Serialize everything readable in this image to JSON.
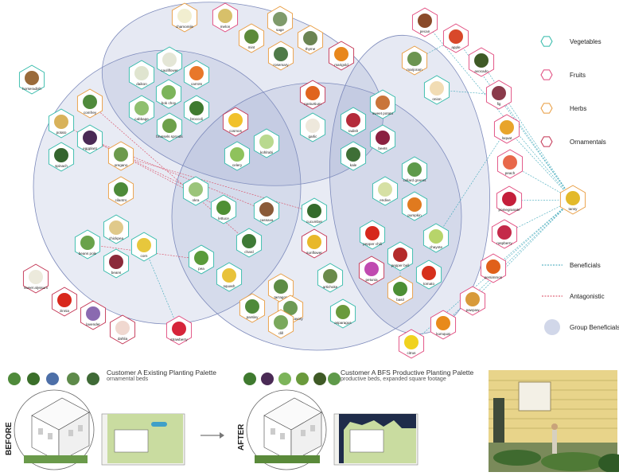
{
  "legend": {
    "vegetables": "Vegetables",
    "fruits": "Fruits",
    "herbs": "Herbs",
    "ornamentals": "Ornamentals",
    "beneficials": "Beneficials",
    "antagonistic": "Antagonistic",
    "group_beneficials": "Group Beneficials"
  },
  "colors": {
    "vegetables": "#2fb9a8",
    "fruits": "#e0457a",
    "herbs": "#e89a3c",
    "ornamentals": "#c23050",
    "group": "#8d9ac8",
    "beneficial_line": "#3aa6b8",
    "antagonistic_line": "#d9475f"
  },
  "plants": [
    {
      "id": "chamomile",
      "label": "chamomile",
      "cat": "herbs",
      "fill": "#f1eed0"
    },
    {
      "id": "melon",
      "label": "melon",
      "cat": "fruits",
      "fill": "#d7c06a"
    },
    {
      "id": "sage",
      "label": "sage",
      "cat": "herbs",
      "fill": "#7f9a6a"
    },
    {
      "id": "mint",
      "label": "mint",
      "cat": "herbs",
      "fill": "#5c8a3a"
    },
    {
      "id": "thyme",
      "label": "thyme",
      "cat": "herbs",
      "fill": "#6b8452"
    },
    {
      "id": "rosemary",
      "label": "rosemary",
      "cat": "herbs",
      "fill": "#4f7a48"
    },
    {
      "id": "marigold",
      "label": "marigold",
      "cat": "ornamentals",
      "fill": "#e8871c"
    },
    {
      "id": "cauliflower",
      "label": "cauliflower",
      "cat": "vegetables",
      "fill": "#e4e6d6"
    },
    {
      "id": "daikon",
      "label": "daikon",
      "cat": "vegetables",
      "fill": "#dfe4cf"
    },
    {
      "id": "carrots",
      "label": "carrots",
      "cat": "vegetables",
      "fill": "#e8772a"
    },
    {
      "id": "bok_choy",
      "label": "bok choy",
      "cat": "vegetables",
      "fill": "#7cb45a"
    },
    {
      "id": "cabbage",
      "label": "cabbage",
      "cat": "vegetables",
      "fill": "#8fbf6e"
    },
    {
      "id": "broccoli",
      "label": "broccoli",
      "cat": "vegetables",
      "fill": "#3f7a2f"
    },
    {
      "id": "brussels",
      "label": "brussels sprouts",
      "cat": "vegetables",
      "fill": "#6da04a"
    },
    {
      "id": "nasturtium",
      "label": "nasturtium",
      "cat": "ornamentals",
      "fill": "#e0641e"
    },
    {
      "id": "garlic",
      "label": "garlic",
      "cat": "vegetables",
      "fill": "#eee8dc"
    },
    {
      "id": "cosmos",
      "label": "cosmos",
      "cat": "ornamentals",
      "fill": "#f1c12b"
    },
    {
      "id": "kohlrabi",
      "label": "kohlrabi",
      "cat": "vegetables",
      "fill": "#b9d98f"
    },
    {
      "id": "celery",
      "label": "celery",
      "cat": "vegetables",
      "fill": "#8fc25c"
    },
    {
      "id": "marjoram",
      "label": "marjoram",
      "cat": "herbs",
      "fill": "#6b9450"
    },
    {
      "id": "onion",
      "label": "onion",
      "cat": "vegetables",
      "fill": "#f1dcb4"
    },
    {
      "id": "radish",
      "label": "radish",
      "cat": "vegetables",
      "fill": "#b42b3a"
    },
    {
      "id": "sweet_potato",
      "label": "sweet potato",
      "cat": "vegetables",
      "fill": "#c9753a"
    },
    {
      "id": "kale",
      "label": "kale",
      "cat": "vegetables",
      "fill": "#3e6f36"
    },
    {
      "id": "beets",
      "label": "beets",
      "cat": "vegetables",
      "fill": "#8a2040"
    },
    {
      "id": "horseradish",
      "label": "horseradish",
      "cat": "vegetables",
      "fill": "#9a6a3a"
    },
    {
      "id": "comfrey",
      "label": "comfrey",
      "cat": "herbs",
      "fill": "#4f8a3c"
    },
    {
      "id": "potato",
      "label": "potato",
      "cat": "vegetables",
      "fill": "#d8b25a"
    },
    {
      "id": "eggplant",
      "label": "eggplant",
      "cat": "vegetables",
      "fill": "#4a2a55"
    },
    {
      "id": "spinach",
      "label": "spinach",
      "cat": "vegetables",
      "fill": "#35652e"
    },
    {
      "id": "oregano",
      "label": "oregano",
      "cat": "herbs",
      "fill": "#6c9a4c"
    },
    {
      "id": "cilantro",
      "label": "cilantro",
      "cat": "herbs",
      "fill": "#4d8a38"
    },
    {
      "id": "okra",
      "label": "okra",
      "cat": "vegetables",
      "fill": "#9bc47a"
    },
    {
      "id": "lettuce",
      "label": "lettuce",
      "cat": "vegetables",
      "fill": "#4f8f34"
    },
    {
      "id": "cassava",
      "label": "cassava",
      "cat": "vegetables",
      "fill": "#8a5a38"
    },
    {
      "id": "cucumber",
      "label": "cucumber",
      "cat": "vegetables",
      "fill": "#356b2c"
    },
    {
      "id": "collard",
      "label": "collard greens",
      "cat": "vegetables",
      "fill": "#5f9a4a"
    },
    {
      "id": "endive",
      "label": "endive",
      "cat": "vegetables",
      "fill": "#d6e0a4"
    },
    {
      "id": "pumpkin",
      "label": "pumpkin",
      "cat": "vegetables",
      "fill": "#e07a1f"
    },
    {
      "id": "chickpea",
      "label": "chickpea",
      "cat": "vegetables",
      "fill": "#e0c98a"
    },
    {
      "id": "beans_pole",
      "label": "beans pole",
      "cat": "vegetables",
      "fill": "#6aa24a"
    },
    {
      "id": "corn",
      "label": "corn",
      "cat": "vegetables",
      "fill": "#e7c73c"
    },
    {
      "id": "beans",
      "label": "beans",
      "cat": "vegetables",
      "fill": "#8b2a3a"
    },
    {
      "id": "chard",
      "label": "chard",
      "cat": "vegetables",
      "fill": "#3f7a36"
    },
    {
      "id": "sunflower",
      "label": "sunflower",
      "cat": "ornamentals",
      "fill": "#e8b82a"
    },
    {
      "id": "pepper_chili",
      "label": "pepper chili",
      "cat": "vegetables",
      "fill": "#d6281c"
    },
    {
      "id": "chayote",
      "label": "chayote",
      "cat": "vegetables",
      "fill": "#b7d46a"
    },
    {
      "id": "pea",
      "label": "pea",
      "cat": "vegetables",
      "fill": "#5a9a3a"
    },
    {
      "id": "squash",
      "label": "squash",
      "cat": "vegetables",
      "fill": "#e8c23a"
    },
    {
      "id": "artichoke",
      "label": "artichoke",
      "cat": "vegetables",
      "fill": "#6a8a4a"
    },
    {
      "id": "pepper_bell",
      "label": "pepper bell",
      "cat": "vegetables",
      "fill": "#b42a2a"
    },
    {
      "id": "petunia",
      "label": "petunia",
      "cat": "ornamentals",
      "fill": "#c04ab0"
    },
    {
      "id": "tomato",
      "label": "tomato",
      "cat": "vegetables",
      "fill": "#d6301c"
    },
    {
      "id": "basil",
      "label": "basil",
      "cat": "herbs",
      "fill": "#4c8f34"
    },
    {
      "id": "tarragon",
      "label": "tarragon",
      "cat": "herbs",
      "fill": "#5d8c45"
    },
    {
      "id": "parsley",
      "label": "parsley",
      "cat": "herbs",
      "fill": "#4f8a3a"
    },
    {
      "id": "summer_savory",
      "label": "summer savory",
      "cat": "herbs",
      "fill": "#6d9a54"
    },
    {
      "id": "dill",
      "label": "dill",
      "cat": "herbs",
      "fill": "#7aa85c"
    },
    {
      "id": "asparagus",
      "label": "asparagus",
      "cat": "vegetables",
      "fill": "#6a9a3c"
    },
    {
      "id": "sweet_alyssum",
      "label": "sweet alyssum",
      "cat": "ornamentals",
      "fill": "#eceadc"
    },
    {
      "id": "zinnia",
      "label": "zinnia",
      "cat": "ornamentals",
      "fill": "#d8281c"
    },
    {
      "id": "lavender",
      "label": "lavender",
      "cat": "ornamentals",
      "fill": "#8a6ab0"
    },
    {
      "id": "dahlia",
      "label": "dahlia",
      "cat": "ornamentals",
      "fill": "#f0d8d0"
    },
    {
      "id": "strawberry",
      "label": "strawberry",
      "cat": "fruits",
      "fill": "#d6243a"
    },
    {
      "id": "citrus",
      "label": "citrus",
      "cat": "fruits",
      "fill": "#f0d21e"
    },
    {
      "id": "pecan",
      "label": "pecan",
      "cat": "fruits",
      "fill": "#8a4a2a"
    },
    {
      "id": "apple",
      "label": "apple",
      "cat": "fruits",
      "fill": "#d8482a"
    },
    {
      "id": "avocado",
      "label": "avocado",
      "cat": "fruits",
      "fill": "#3f5a26"
    },
    {
      "id": "fig",
      "label": "fig",
      "cat": "fruits",
      "fill": "#8a3a4a"
    },
    {
      "id": "loquat",
      "label": "loquat",
      "cat": "fruits",
      "fill": "#e8a42a"
    },
    {
      "id": "peach",
      "label": "peach",
      "cat": "fruits",
      "fill": "#e8684a"
    },
    {
      "id": "pomegranate",
      "label": "pomegranate",
      "cat": "fruits",
      "fill": "#c41e3a"
    },
    {
      "id": "raspberry",
      "label": "raspberry",
      "cat": "fruits",
      "fill": "#c42a4a"
    },
    {
      "id": "persimmon",
      "label": "persimmon",
      "cat": "fruits",
      "fill": "#e0601a"
    },
    {
      "id": "pawpaw",
      "label": "pawpaw",
      "cat": "fruits",
      "fill": "#d89a3a"
    },
    {
      "id": "kumquat",
      "label": "kumquat",
      "cat": "fruits",
      "fill": "#e88a1a"
    },
    {
      "id": "tansy",
      "label": "tansy",
      "cat": "herbs",
      "fill": "#e3b92a"
    }
  ],
  "before": {
    "side_label": "BEFORE",
    "title": "Customer A Existing Planting Palette",
    "subtitle": "ornamental beds"
  },
  "after": {
    "side_label": "AFTER",
    "title": "Customer A BFS Productive Planting Palette",
    "subtitle": "productive beds, expanded square footage"
  }
}
